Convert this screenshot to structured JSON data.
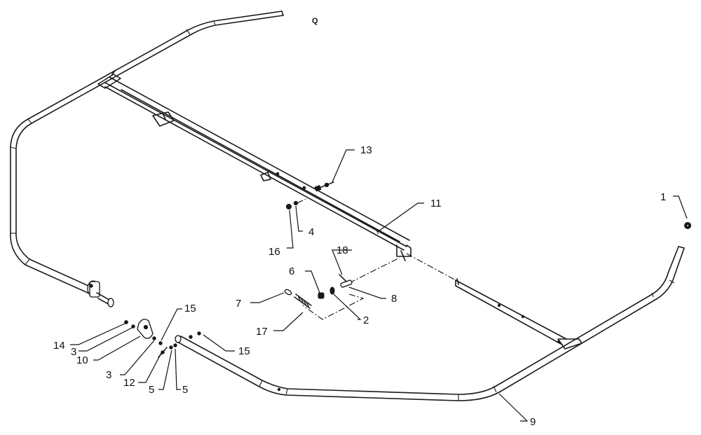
{
  "diagram": {
    "sheet_mark": "Q",
    "callouts": {
      "c1": "1",
      "c2": "2",
      "c3a": "3",
      "c3b": "3",
      "c4": "4",
      "c5a": "5",
      "c5b": "5",
      "c6": "6",
      "c7": "7",
      "c8": "8",
      "c9": "9",
      "c10": "10",
      "c11": "11",
      "c12": "12",
      "c13": "13",
      "c14": "14",
      "c15a": "15",
      "c15b": "15",
      "c16": "16",
      "c17": "17",
      "c18": "18"
    }
  }
}
